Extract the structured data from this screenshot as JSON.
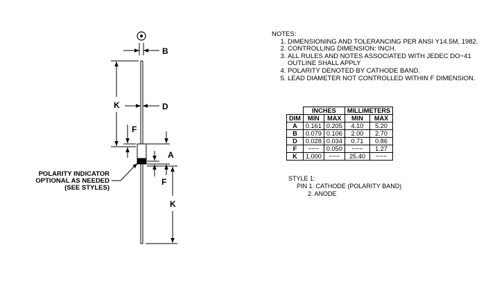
{
  "drawing": {
    "dimension_labels": {
      "B": "B",
      "D": "D",
      "K_top": "K",
      "F_top": "F",
      "A": "A",
      "F_bottom": "F",
      "K_bottom": "K"
    },
    "polarity_indicator": [
      "POLARITY INDICATOR",
      "OPTIONAL AS NEEDED",
      "(SEE STYLES)"
    ]
  },
  "notes": {
    "heading": "NOTES:",
    "items": [
      "DIMENSIONING AND TOLERANCING PER ANSI Y14.5M, 1982.",
      "CONTROLLING DIMENSION: INCH.",
      "ALL RULES AND NOTES ASSOCIATED WITH JEDEC DO−41 OUTLINE SHALL APPLY",
      "POLARITY DENOTED BY CATHODE BAND.",
      "LEAD DIAMETER NOT CONTROLLED WITHIN F DIMENSION."
    ]
  },
  "table": {
    "group_headers": [
      "INCHES",
      "MILLIMETERS"
    ],
    "columns": [
      "DIM",
      "MIN",
      "MAX",
      "MIN",
      "MAX"
    ],
    "rows": [
      [
        "A",
        "0.161",
        "0.205",
        "4.10",
        "5.20"
      ],
      [
        "B",
        "0.079",
        "0.106",
        "2.00",
        "2.70"
      ],
      [
        "D",
        "0.028",
        "0.034",
        "0.71",
        "0.86"
      ],
      [
        "F",
        "−−−",
        "0.050",
        "−−−",
        "1.27"
      ],
      [
        "K",
        "1.000",
        "−−−",
        "25.40",
        "−−−"
      ]
    ]
  },
  "style": {
    "title": "STYLE 1:",
    "pin1": "PIN 1.  CATHODE (POLARITY BAND)",
    "pin2": "2.  ANODE"
  }
}
